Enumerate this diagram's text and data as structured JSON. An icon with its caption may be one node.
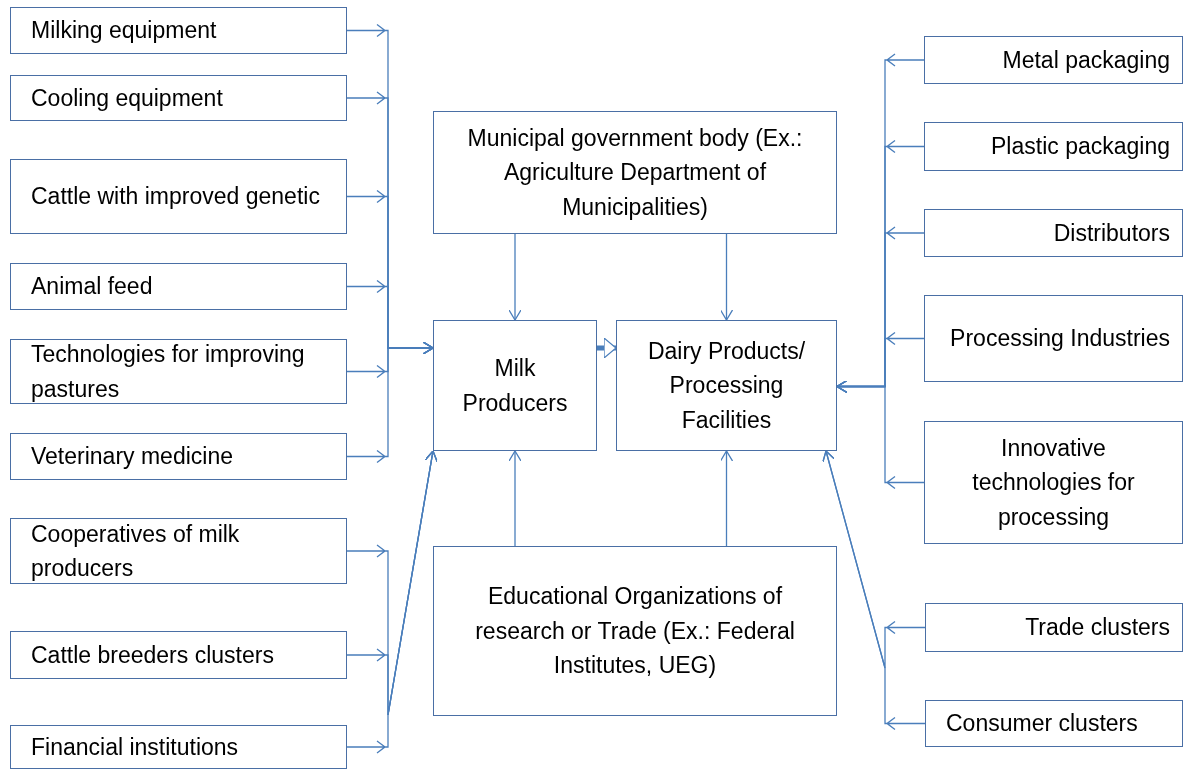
{
  "diagram": {
    "nodes": [
      {
        "text": [
          "Milking equipment"
        ]
      },
      {
        "text": [
          "Cooling equipment"
        ]
      },
      {
        "text": [
          "Cattle with improved genetic"
        ]
      },
      {
        "text": [
          "Animal feed"
        ]
      },
      {
        "text": [
          "Technologies for improving pastures"
        ]
      },
      {
        "text": [
          "Veterinary medicine"
        ]
      },
      {
        "text": [
          "Cooperatives of milk producers"
        ]
      },
      {
        "text": [
          "Cattle breeders clusters"
        ]
      },
      {
        "text": [
          "Financial institutions"
        ]
      },
      {
        "text": [
          "Municipal government body (Ex.: Agriculture Department of Municipalities)"
        ]
      },
      {
        "text": [
          "Milk Producers"
        ]
      },
      {
        "text": [
          "Dairy Products/ Processing Facilities"
        ]
      },
      {
        "text": [
          "Educational Organizations of research or Trade (Ex.: Federal Institutes, UEG)"
        ]
      },
      {
        "text": [
          "Metal packaging"
        ]
      },
      {
        "text": [
          "Plastic packaging"
        ]
      },
      {
        "text": [
          "Distributors"
        ]
      },
      {
        "text": [
          "Processing Industries"
        ]
      },
      {
        "text": [
          "Innovative technologies for processing"
        ]
      },
      {
        "text": [
          "Trade clusters"
        ]
      },
      {
        "text": [
          "Consumer clusters"
        ]
      }
    ],
    "edges": [
      {
        "from": 0,
        "to": 10,
        "arrow": "to"
      },
      {
        "from": 1,
        "to": 10,
        "arrow": "to"
      },
      {
        "from": 2,
        "to": 10,
        "arrow": "to"
      },
      {
        "from": 3,
        "to": 10,
        "arrow": "to"
      },
      {
        "from": 4,
        "to": 10,
        "arrow": "to"
      },
      {
        "from": 5,
        "to": 10,
        "arrow": "to"
      },
      {
        "from": 6,
        "to": 10,
        "arrow": "to"
      },
      {
        "from": 7,
        "to": 10,
        "arrow": "to"
      },
      {
        "from": 8,
        "to": 10,
        "arrow": "to"
      },
      {
        "from": 9,
        "to": 10,
        "arrow": "to"
      },
      {
        "from": 9,
        "to": 11,
        "arrow": "to"
      },
      {
        "from": 10,
        "to": 11,
        "arrow": "both",
        "style": "thick"
      },
      {
        "from": 12,
        "to": 10,
        "arrow": "to"
      },
      {
        "from": 12,
        "to": 11,
        "arrow": "to"
      },
      {
        "from": 13,
        "to": 11,
        "arrow": "to"
      },
      {
        "from": 14,
        "to": 11,
        "arrow": "to"
      },
      {
        "from": 15,
        "to": 11,
        "arrow": "to"
      },
      {
        "from": 16,
        "to": 11,
        "arrow": "to"
      },
      {
        "from": 17,
        "to": 11,
        "arrow": "to"
      },
      {
        "from": 18,
        "to": 11,
        "arrow": "to"
      },
      {
        "from": 19,
        "to": 11,
        "arrow": "to"
      }
    ]
  }
}
